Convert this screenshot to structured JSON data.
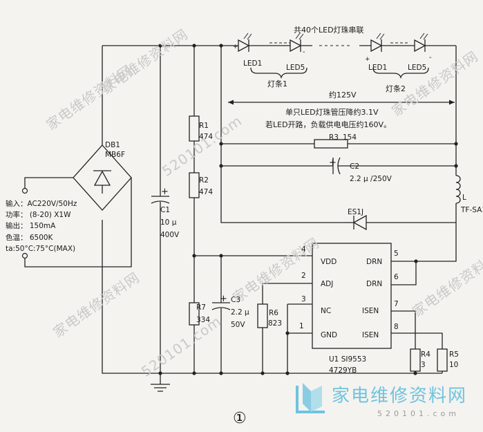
{
  "figure_number": "①",
  "top_caption": "共40个LED灯珠串联",
  "led_strip": {
    "led_labels": [
      "LED1",
      "LED5",
      "LED1",
      "LED5"
    ],
    "strip1_label": "灯条1",
    "strip2_label": "灯条2",
    "voltage_label": "约125V"
  },
  "notes": {
    "line1": "单只LED灯珠管压降约3.1V",
    "line2": "若LED开路，负载供电电压约160V。"
  },
  "components": {
    "db1": "DB1",
    "db1_part": "MB6F",
    "r1": "R1",
    "r1_val": "474",
    "r2": "R2",
    "r2_val": "474",
    "r3": "R3",
    "r3_val": "154",
    "r4": "R4",
    "r4_val": "3",
    "r5": "R5",
    "r5_val": "10",
    "r6": "R6",
    "r6_val": "823",
    "r7": "R7",
    "r7_val": "334",
    "c1": "C1",
    "c1_val1": "10 μ",
    "c1_val2": "400V",
    "c2": "C2",
    "c2_val": "2.2 μ /250V",
    "c3": "C3",
    "c3_val1": "2.2 μ",
    "c3_val2": "50V",
    "l": "L",
    "l_part": "TF-SA1",
    "es1j": "ES1J",
    "u1": "U1 SI9553",
    "u1_code": "4729YB"
  },
  "ic_pins": {
    "vdd": "VDD",
    "adj": "ADJ",
    "nc": "NC",
    "gnd": "GND",
    "drn1": "DRN",
    "drn2": "DRN",
    "isen1": "ISEN",
    "isen2": "ISEN",
    "p4": "4",
    "p2": "2",
    "p3": "3",
    "p1": "1",
    "p5": "5",
    "p6": "6",
    "p7": "7",
    "p8": "8"
  },
  "specs": {
    "input": "输入：AC220V/50Hz",
    "power": "功率： (8-20) X1W",
    "output": "输出： 150mA",
    "color_temp": "色温： 6500K",
    "temp": "ta:50°C:75°C(MAX)"
  },
  "plus_signs": {
    "led_plus": "+",
    "led_minus": "-"
  },
  "watermark": {
    "brand": "家电维修资料网",
    "site": "520101.com",
    "logo_text": "家电维修资料网",
    "logo_url": "520101.com"
  }
}
